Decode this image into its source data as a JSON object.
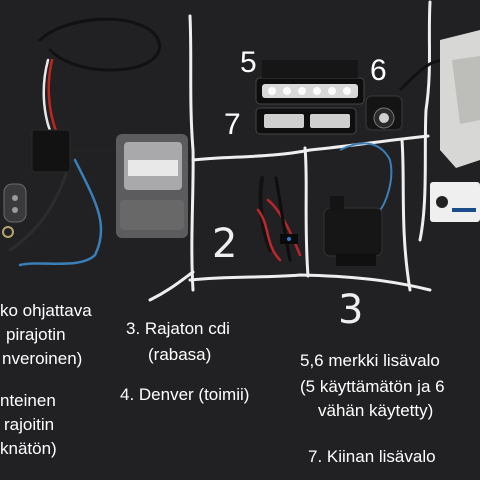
{
  "labels": {
    "left_block_line1": "ko ohjattava",
    "left_block_line2": "pirajotin",
    "left_block_line3": "nveroinen)",
    "left_lower_line1": "nteinen",
    "left_lower_line2": "rajoitin",
    "left_lower_line3": "knätön)",
    "item3_line1": "3. Rajaton cdi",
    "item3_line2": "(rabasa)",
    "item4": "4. Denver (toimii)",
    "item56_line1": "5,6 merkki lisävalo",
    "item56_line2": "(5 käyttämätön ja 6",
    "item56_line3": "vähän käytetty)",
    "item7": "7. Kiinan lisävalo"
  },
  "photo_numbers": {
    "n5": "5",
    "n6": "6",
    "n7": "7",
    "chalk2": "2",
    "chalk3": "3"
  },
  "colors": {
    "background": "#1c1c1e",
    "chalk": "#f2f2f2",
    "text": "#ffffff"
  }
}
